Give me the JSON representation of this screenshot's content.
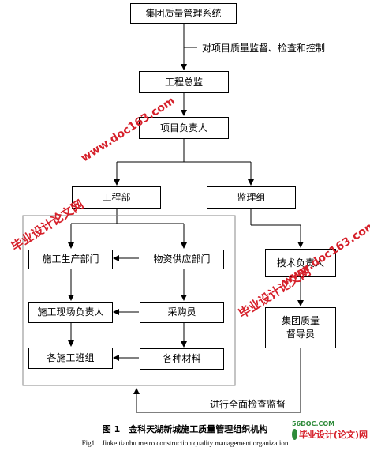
{
  "nodes": {
    "group_system": "集团质量管理系统",
    "chief_supervisor": "工程总监",
    "project_manager": "项目负责人",
    "engineering_dept": "工程部",
    "supervision_team": "监理组",
    "production_dept": "施工生产部门",
    "supply_dept": "物资供应部门",
    "site_manager": "施工现场负责人",
    "purchaser": "采购员",
    "construction_teams": "各施工班组",
    "materials": "各种材料",
    "tech_manager": "技术负责人",
    "group_quality_line1": "集团质量",
    "group_quality_line2": "督导员"
  },
  "notes": {
    "supervision_control": "对项目质量监督、检查和控制",
    "full_inspection": "进行全面检查监督"
  },
  "caption": {
    "cn": "图 1　金科天湖新城施工质量管理组织机构",
    "en": "Fig1　Jinke tianhu metro construction quality management organization"
  },
  "watermarks": {
    "site": "www.doc163.com",
    "brand": "毕业设计论文网",
    "logo_domain": "56DOC.COM",
    "logo_text": "毕业设计(论文)网"
  },
  "colors": {
    "watermark": "#d6202a",
    "logo_domain": "#2e8b3a"
  }
}
